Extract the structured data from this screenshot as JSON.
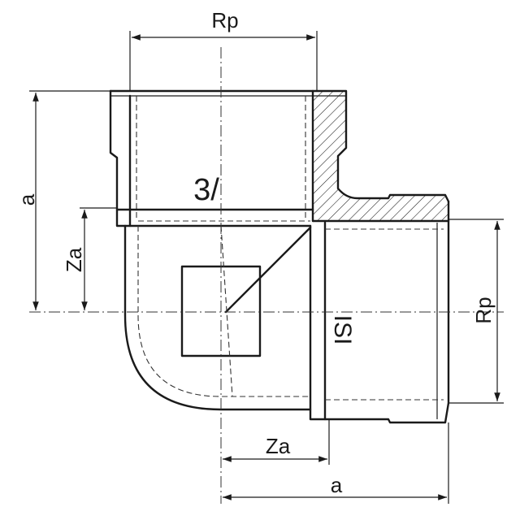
{
  "labels": {
    "rp_top": "Rp",
    "rp_right": "Rp",
    "a_left": "a",
    "za_left": "Za",
    "za_bottom": "Za",
    "a_bottom": "a",
    "size_mark": "3/",
    "brand_mark": "ISI"
  }
}
